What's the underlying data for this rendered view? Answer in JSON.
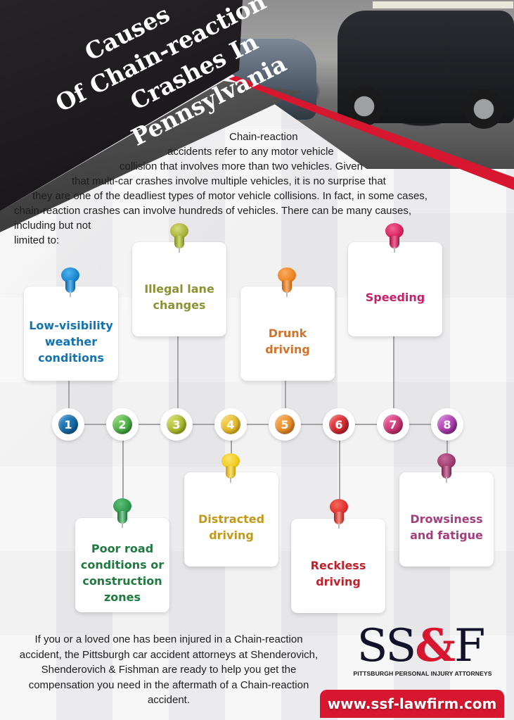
{
  "header": {
    "title_lines": [
      "Causes",
      "Of Chain-reaction",
      "Crashes In Pennsylvania"
    ],
    "photo_description": "Two damaged cars after a collision"
  },
  "intro": {
    "lines": [
      "Chain-reaction",
      "accidents refer to any motor vehicle",
      "collision that involves more than two vehicles. Given",
      "that multi-car crashes involve multiple vehicles, it is no surprise that",
      "they are one of the deadliest types of motor vehicle collisions. In fact, in some cases,",
      "chain-reaction crashes can involve hundreds of vehicles. There can be many causes,",
      "including but not",
      "limited to:"
    ]
  },
  "causes": [
    {
      "number": "1",
      "label": "Low-visibility weather conditions",
      "color": "#1373b1",
      "pin": "#1a86d0"
    },
    {
      "number": "2",
      "label": "Poor road conditions or construction zones",
      "color": "#207a40",
      "pin": "#2f9a4e"
    },
    {
      "number": "3",
      "label": "Illegal lane changes",
      "color": "#8a9232",
      "pin": "#a7b43a"
    },
    {
      "number": "4",
      "label": "Distracted driving",
      "color": "#c2981b",
      "pin": "#f1cb1c"
    },
    {
      "number": "5",
      "label": "Drunk driving",
      "color": "#d2722b",
      "pin": "#ef8320"
    },
    {
      "number": "6",
      "label": "Reckless driving",
      "color": "#c0212b",
      "pin": "#e0302f"
    },
    {
      "number": "7",
      "label": "Speeding",
      "color": "#c9206a",
      "pin": "#d8205f"
    },
    {
      "number": "8",
      "label": "Drowsiness and fatigue",
      "color": "#a33f7e",
      "pin": "#9b3a6d"
    }
  ],
  "timeline_colors": [
    "#0f5f9b",
    "#3fa33a",
    "#a2b321",
    "#e2b21c",
    "#e58420",
    "#c8202a",
    "#c02a6b",
    "#9b2e9e"
  ],
  "closing": {
    "text": "If you or a loved one has been injured in a Chain-reaction accident, the Pittsburgh car accident attorneys at Shenderovich, Shenderovich & Fishman are ready to help you get the compensation you need in the aftermath of a Chain-reaction accident."
  },
  "brand": {
    "logo_left": "SS",
    "logo_amp": "&",
    "logo_right": "F",
    "tagline": "PITTSBURGH PERSONAL INJURY ATTORNEYS",
    "url": "www.ssf-lawfirm.com",
    "accent": "#d7172f",
    "navy": "#12122a"
  }
}
